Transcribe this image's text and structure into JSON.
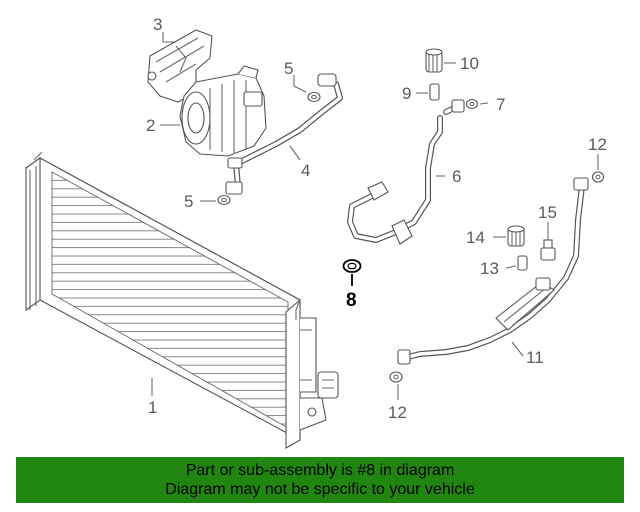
{
  "callouts": {
    "c1": "1",
    "c2": "2",
    "c3": "3",
    "c4": "4",
    "c5a": "5",
    "c5b": "5",
    "c6": "6",
    "c7": "7",
    "c8": "8",
    "c9": "9",
    "c10": "10",
    "c11": "11",
    "c12a": "12",
    "c12b": "12",
    "c13": "13",
    "c14": "14",
    "c15": "15"
  },
  "banner": {
    "line1": "Part or sub-assembly is #8 in diagram",
    "line2": "Diagram may not be specific to your vehicle"
  },
  "colors": {
    "banner_bg": "#21860f",
    "highlight": "#000000",
    "linework": "#555555"
  }
}
